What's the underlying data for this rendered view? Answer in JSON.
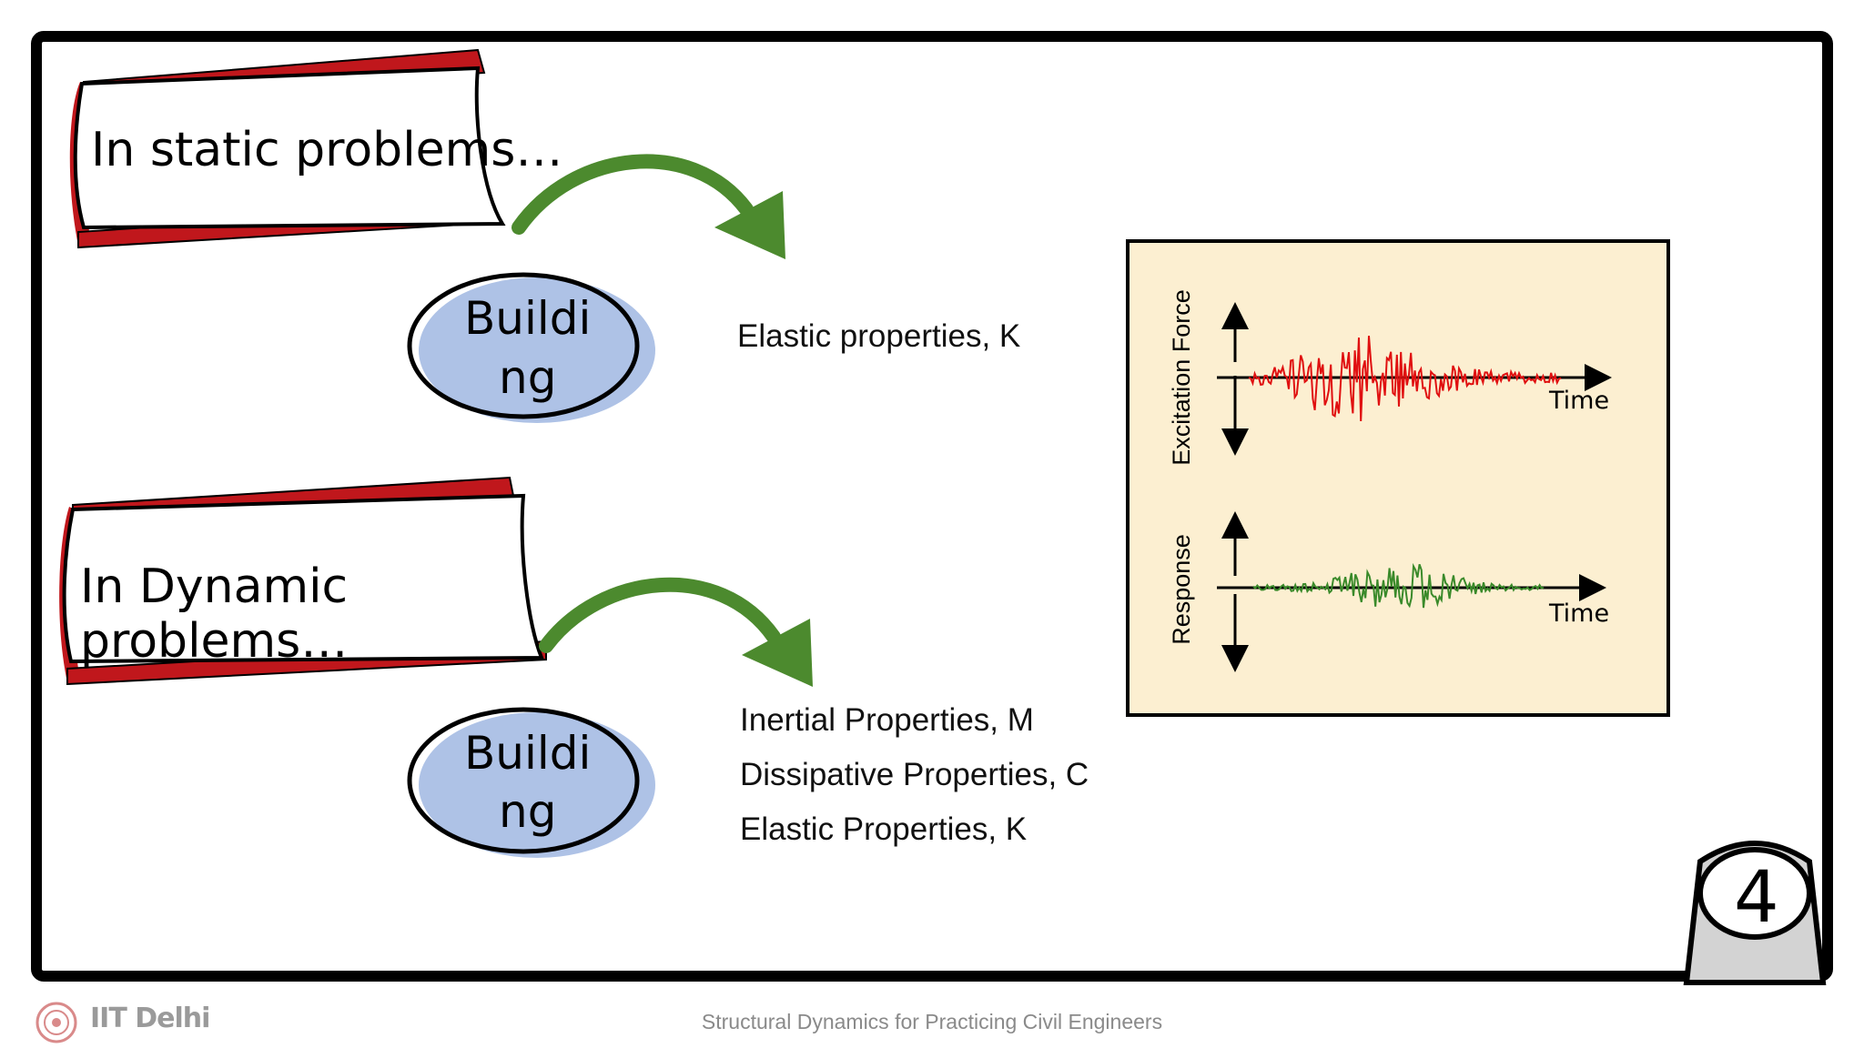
{
  "slide": {
    "static_banner": "In static problems…",
    "dynamic_banner_line1": "In Dynamic",
    "dynamic_banner_line2": "problems…",
    "building_line1": "Buildi",
    "building_line2": "ng",
    "static_properties": [
      "Elastic properties, K"
    ],
    "dynamic_properties": [
      "Inertial Properties, M",
      "Dissipative Properties, C",
      "Elastic Properties, K"
    ],
    "slide_number": "4"
  },
  "plot": {
    "top_ylabel": "Excitation Force",
    "top_xlabel": "Time",
    "bottom_ylabel": "Response",
    "bottom_xlabel": "Time"
  },
  "footer": {
    "logo_text": "IIT Delhi",
    "course_title": "Structural Dynamics for Practicing Civil Engineers"
  },
  "colors": {
    "banner_red": "#c0171c",
    "ellipse_fill": "#aec2e6",
    "arrow_green": "#4c8a2e",
    "plot_bg": "#fcefd1",
    "excitation_line": "#e01010",
    "response_line": "#3a8a2a",
    "badge_fill": "#d3d3d3"
  }
}
